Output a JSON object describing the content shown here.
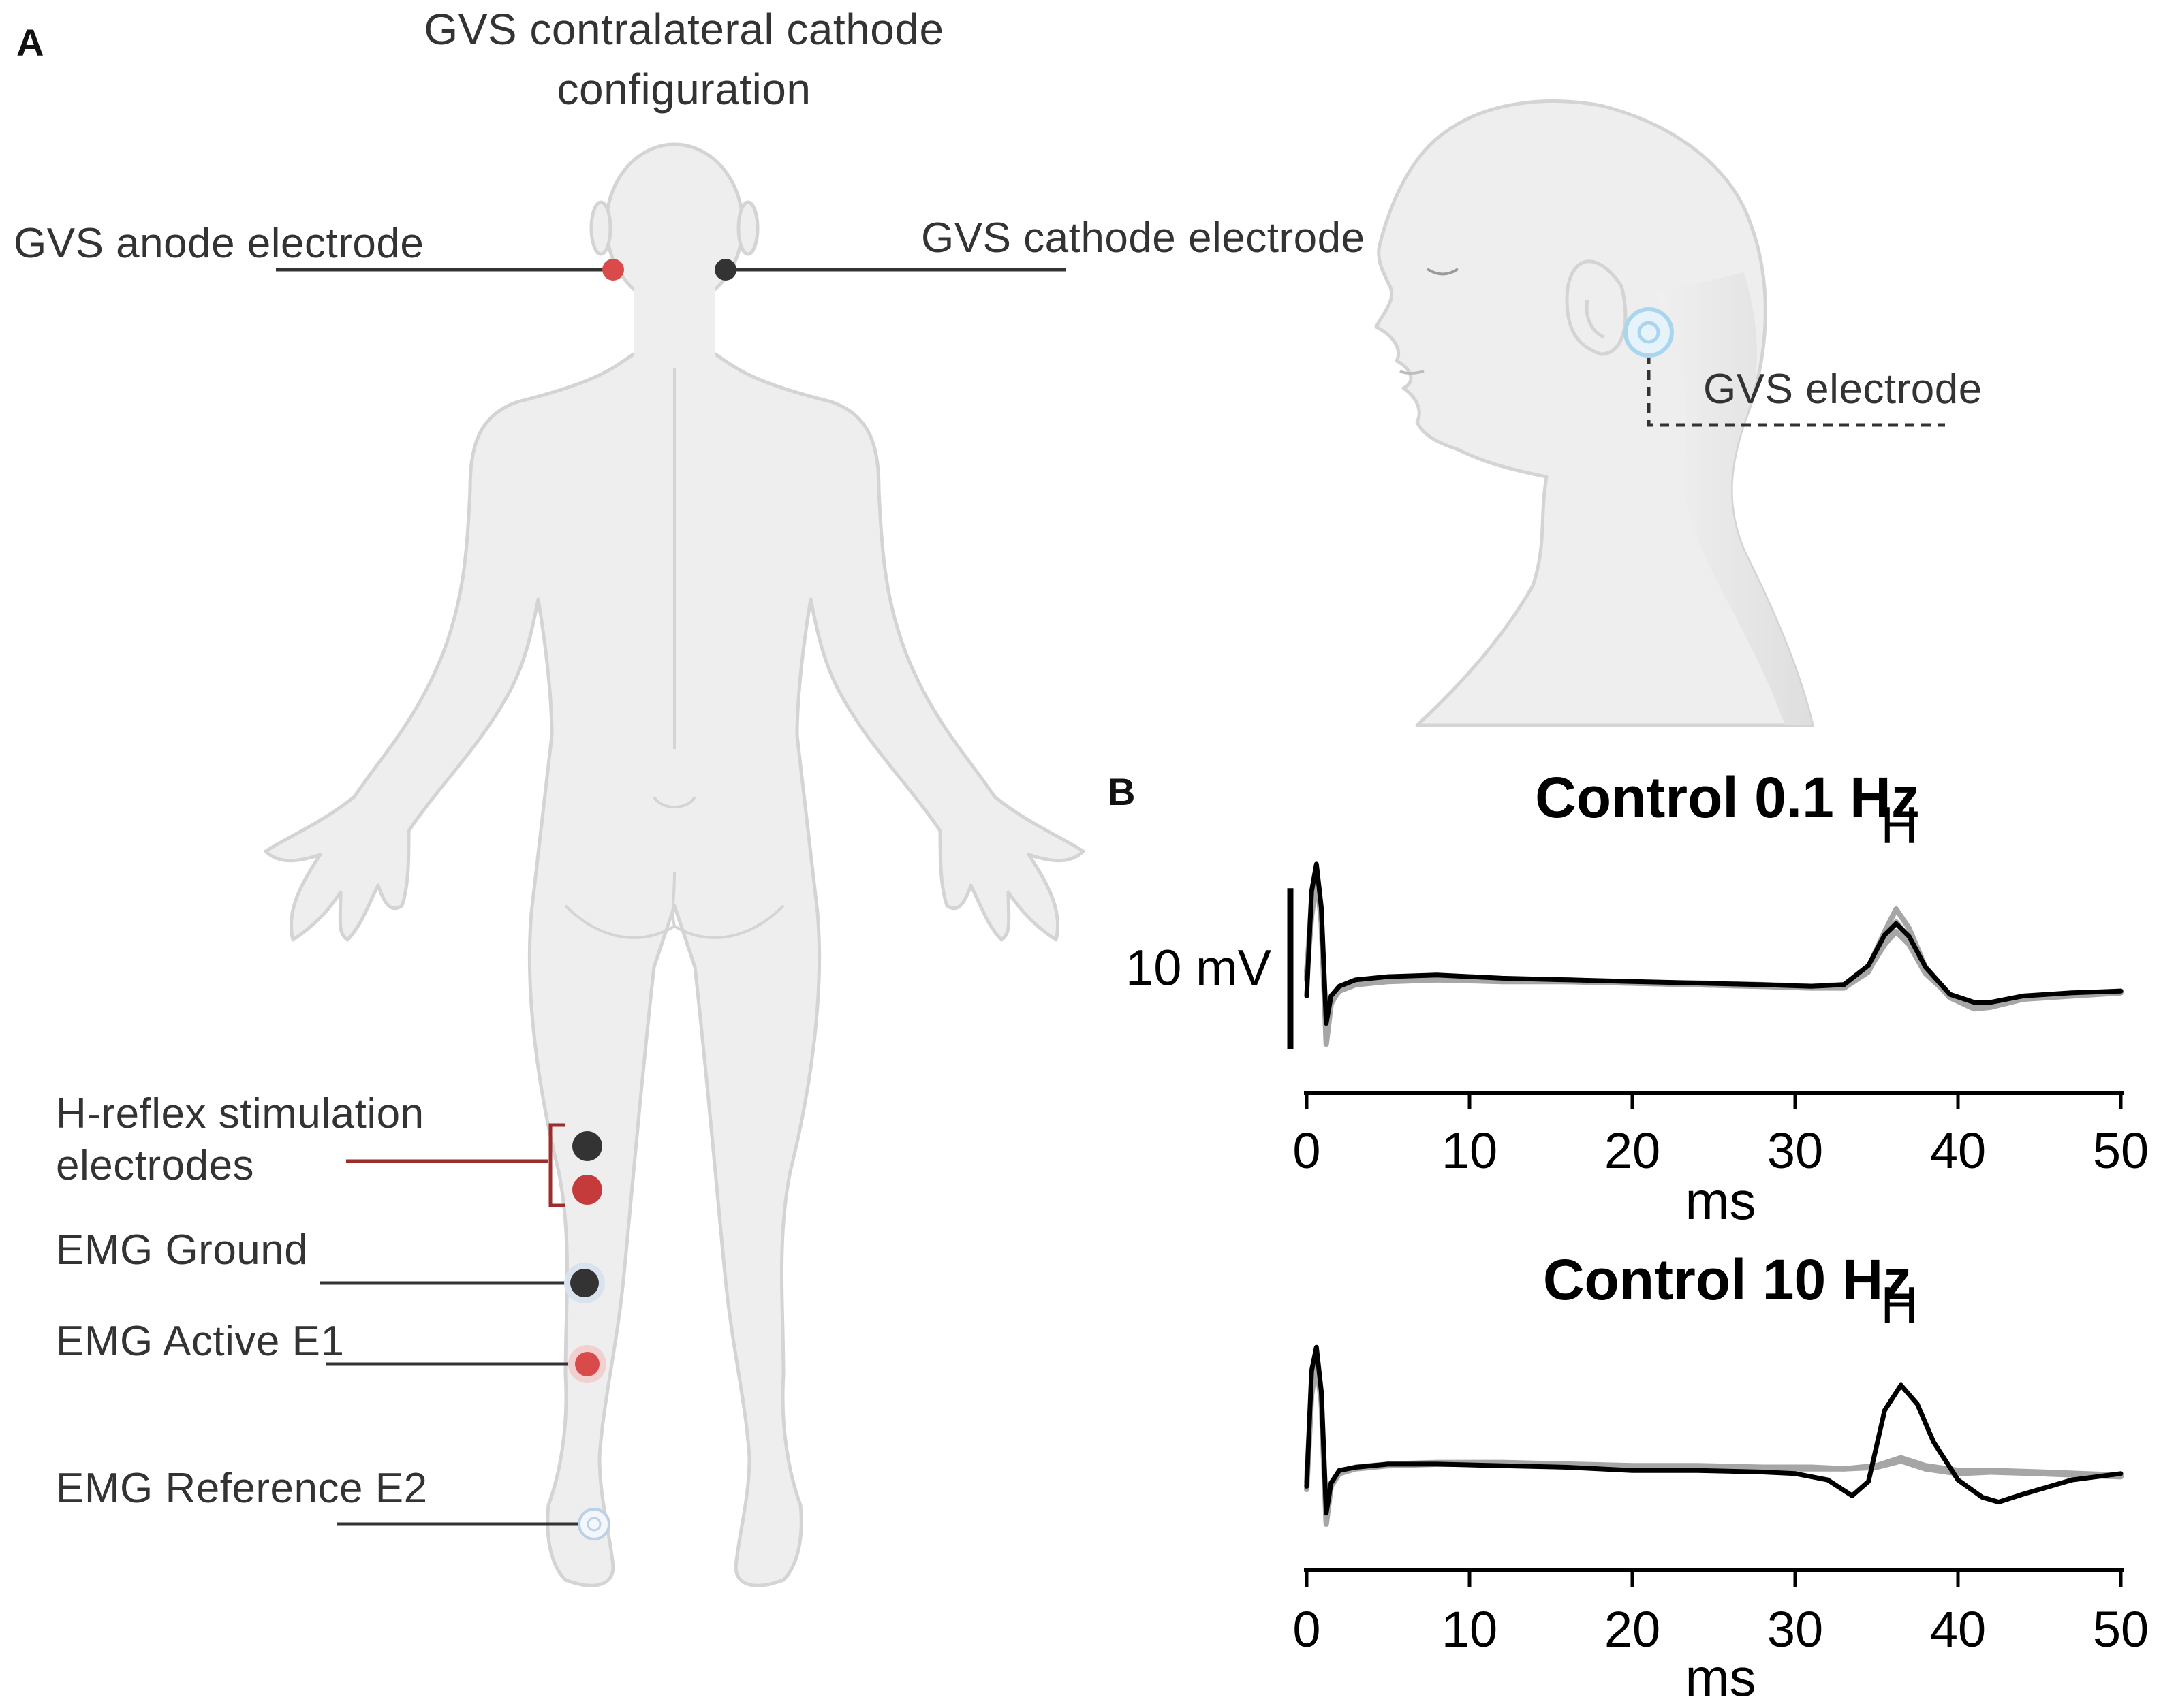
{
  "panel_a": {
    "letter": "A",
    "title_line1": "GVS contralateral cathode",
    "title_line2": "configuration",
    "labels": {
      "anode": "GVS anode electrode",
      "cathode": "GVS cathode electrode",
      "gvs_electrode": "GVS electrode",
      "h_reflex_line1": "H-reflex stimulation",
      "h_reflex_line2": "electrodes",
      "emg_ground": "EMG Ground",
      "emg_active": "EMG Active E1",
      "emg_reference": "EMG Reference E2"
    },
    "colors": {
      "body_fill": "#eeeeee",
      "body_stroke": "#d4d4d4",
      "red_electrode": "#d94b4b",
      "dark_electrode": "#333333",
      "blue_electrode": "#a9d6ee",
      "h_reflex_bracket": "#9b2d2d"
    }
  },
  "panel_b": {
    "letter": "B",
    "scale_bar_label": "10 mV",
    "colors": {
      "trace_black": "#000000",
      "trace_gray": "#a6a6a6"
    }
  },
  "chart_data": [
    {
      "type": "line",
      "title": "Control 0.1 Hz",
      "xlabel": "ms",
      "ylabel": "",
      "xlim": [
        0,
        50
      ],
      "xticks": [
        0,
        10,
        20,
        30,
        40,
        50
      ],
      "ylim": [
        -1.5,
        11
      ],
      "annotation": {
        "text": "H",
        "x": 36.4
      },
      "scale_bar": {
        "label": "10 mV",
        "value": 10
      },
      "series": [
        {
          "color": "#a6a6a6",
          "x": [
            0,
            0.3,
            0.6,
            0.9,
            1.2,
            1.5,
            2,
            3,
            5,
            8,
            12,
            16,
            20,
            24,
            28,
            31,
            33,
            34.5,
            35.5,
            36.2,
            37,
            38,
            39.5,
            41,
            42,
            44,
            47,
            50
          ],
          "y": [
            3.5,
            7.5,
            9.5,
            7,
            -1,
            1.5,
            2.4,
            2.8,
            3.1,
            3.2,
            3.0,
            3.0,
            2.8,
            2.8,
            2.7,
            2.6,
            2.7,
            3.8,
            6.0,
            7.4,
            6.2,
            3.8,
            2.0,
            1.3,
            1.4,
            1.9,
            2.1,
            2.2
          ]
        },
        {
          "color": "#a6a6a6",
          "x": [
            0,
            0.3,
            0.6,
            0.9,
            1.2,
            1.5,
            2,
            3,
            5,
            8,
            12,
            16,
            20,
            24,
            28,
            31,
            33,
            34.5,
            35.5,
            36.2,
            37,
            38,
            39.5,
            41,
            42,
            44,
            47,
            50
          ],
          "y": [
            3.0,
            8.0,
            10.0,
            6.5,
            -0.5,
            1.7,
            2.5,
            2.9,
            3.0,
            3.1,
            3.0,
            2.9,
            2.8,
            2.7,
            2.6,
            2.5,
            2.6,
            3.6,
            5.2,
            6.0,
            5.2,
            3.4,
            2.0,
            1.5,
            1.5,
            1.9,
            2.1,
            2.3
          ]
        },
        {
          "color": "#a6a6a6",
          "x": [
            0,
            0.3,
            0.6,
            0.9,
            1.2,
            1.5,
            2,
            3,
            5,
            8,
            12,
            16,
            20,
            24,
            28,
            31,
            33,
            34.5,
            35.5,
            36.2,
            37,
            38,
            39.5,
            41,
            42,
            44,
            47,
            50
          ],
          "y": [
            3.2,
            7.0,
            9.2,
            6.8,
            -0.2,
            1.6,
            2.3,
            2.7,
            2.9,
            3.0,
            2.9,
            2.9,
            2.8,
            2.7,
            2.6,
            2.5,
            2.5,
            3.5,
            5.5,
            6.6,
            5.6,
            3.6,
            1.9,
            1.2,
            1.3,
            1.8,
            2.0,
            2.2
          ]
        },
        {
          "color": "#000000",
          "x": [
            0,
            0.3,
            0.6,
            0.9,
            1.2,
            1.5,
            2,
            3,
            5,
            8,
            12,
            16,
            20,
            24,
            28,
            31,
            33,
            34.5,
            35.5,
            36.2,
            37,
            38,
            39.5,
            41,
            42,
            44,
            47,
            50
          ],
          "y": [
            2.0,
            8.5,
            10.2,
            7.5,
            0.3,
            2.0,
            2.6,
            3.0,
            3.2,
            3.3,
            3.1,
            3.0,
            2.9,
            2.8,
            2.7,
            2.6,
            2.7,
            3.9,
            5.8,
            6.5,
            5.7,
            3.8,
            2.1,
            1.6,
            1.6,
            2.0,
            2.2,
            2.3
          ]
        }
      ]
    },
    {
      "type": "line",
      "title": "Control 10 Hz",
      "xlabel": "ms",
      "ylabel": "",
      "xlim": [
        0,
        50
      ],
      "xticks": [
        0,
        10,
        20,
        30,
        40,
        50
      ],
      "ylim": [
        -1.5,
        11
      ],
      "annotation": {
        "text": "H",
        "x": 36.4
      },
      "series": [
        {
          "color": "#a6a6a6",
          "x": [
            0,
            0.3,
            0.6,
            0.9,
            1.2,
            1.5,
            2,
            3,
            5,
            8,
            12,
            16,
            20,
            24,
            28,
            31,
            33,
            35,
            36.5,
            38,
            40,
            42,
            45,
            50
          ],
          "y": [
            1.0,
            7.0,
            9.0,
            6.5,
            -1.2,
            1.2,
            2.0,
            2.3,
            2.5,
            2.6,
            2.6,
            2.5,
            2.4,
            2.4,
            2.3,
            2.3,
            2.3,
            2.4,
            2.8,
            2.3,
            2.0,
            2.1,
            2.0,
            1.8
          ]
        },
        {
          "color": "#a6a6a6",
          "x": [
            0,
            0.3,
            0.6,
            0.9,
            1.2,
            1.5,
            2,
            3,
            5,
            8,
            12,
            16,
            20,
            24,
            28,
            31,
            33,
            35,
            36.5,
            38,
            40,
            42,
            45,
            50
          ],
          "y": [
            1.5,
            7.5,
            9.5,
            6.8,
            -0.8,
            1.4,
            2.1,
            2.4,
            2.6,
            2.7,
            2.7,
            2.6,
            2.5,
            2.5,
            2.4,
            2.4,
            2.3,
            2.5,
            3.0,
            2.5,
            2.2,
            2.2,
            2.1,
            1.9
          ]
        },
        {
          "color": "#000000",
          "x": [
            0,
            0.3,
            0.6,
            0.9,
            1.2,
            1.5,
            2,
            3,
            5,
            8,
            12,
            16,
            20,
            24,
            28,
            30,
            32,
            33.5,
            34.5,
            35.5,
            36.5,
            37.5,
            38.5,
            40,
            41.5,
            42.5,
            44,
            47,
            50
          ],
          "y": [
            1.2,
            8.5,
            10.0,
            7.2,
            -0.5,
            1.4,
            2.2,
            2.4,
            2.6,
            2.6,
            2.5,
            2.4,
            2.2,
            2.2,
            2.1,
            2.0,
            1.6,
            0.6,
            1.5,
            6.0,
            7.6,
            6.4,
            4.0,
            1.6,
            0.5,
            0.2,
            0.7,
            1.6,
            2.0
          ]
        }
      ]
    }
  ]
}
